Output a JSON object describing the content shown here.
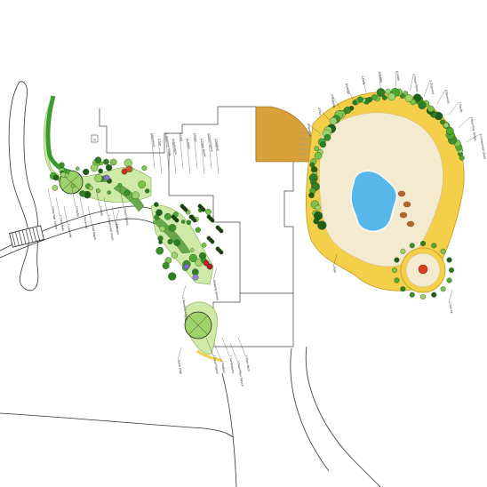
{
  "plan": {
    "labels_west_bed": [
      "3 Blue Star Juniper",
      "1 Coral Bells",
      "1 Lavender",
      "5 Daylily",
      "3 Boxwood",
      "1 Red Maple",
      "2 Hosta",
      "1 Ornamental Grass",
      "3 Azalea",
      "1 Dwarf Spruce"
    ],
    "labels_center_bed": [
      "4 Boxwood",
      "2 Yew",
      "1 Japanese Maple",
      "3 Hydrangea",
      "1 Holly",
      "6 Liriope",
      "2 Rose",
      "1 Crape Myrtle",
      "3 Dwarf Spirea",
      "1 Redbud"
    ],
    "labels_south_bed": [
      "1 Dwarf Spirea",
      "1 Redbud",
      "1 Serviceberry",
      "3 Dwarf Blue Spruce",
      "1 River Birch"
    ],
    "labels_pool_arc": [
      "5 Ornamental Grass",
      "3 Blue Rug Juniper",
      "7 Daylily",
      "4 Boxwood",
      "1 Dogwood",
      "2 Crape Myrtle",
      "5 Hosta",
      "3 Azalea",
      "2 Holly",
      "6 Liriope",
      "1 Magnolia",
      "3 Yew",
      "4 Nandina",
      "2 Arborvitae",
      "5 Lavender",
      "3 Rose",
      "1 Weeping Cherry",
      "2 Viburnum"
    ],
    "labels_misc": [
      "1 Weeping Cherry",
      "Stone Edge",
      "Stepping Stones",
      "Lawn",
      "1 Fire Pit",
      "Patio"
    ],
    "north_arrow_symbol": "N"
  }
}
